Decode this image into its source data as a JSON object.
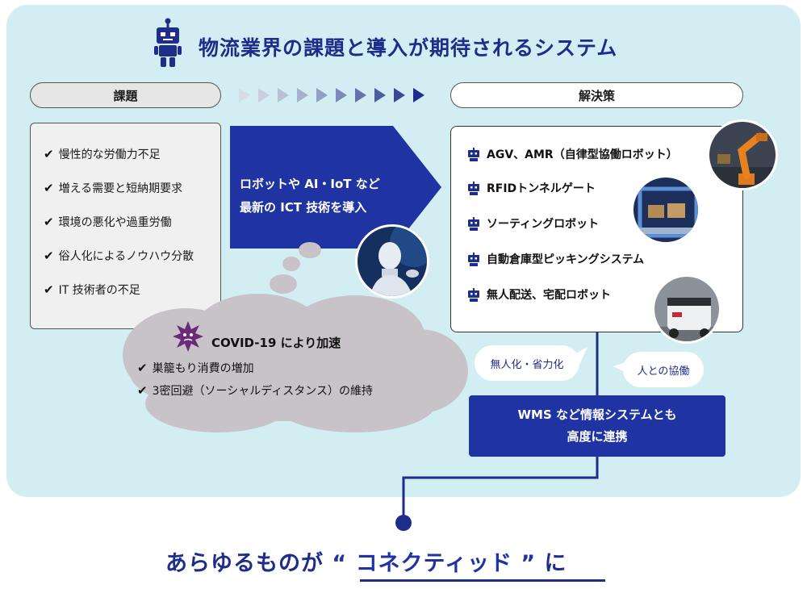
{
  "title": "物流業界の課題と導入が期待されるシステム",
  "headers": {
    "problem": "課題",
    "solution": "解決策"
  },
  "problems": [
    "慢性的な労働力不足",
    "増える需要と短納期要求",
    "環境の悪化や過重労働",
    "俗人化によるノウハウ分散",
    "IT 技術者の不足"
  ],
  "arrow": {
    "line1": "ロボットや AI・IoT など",
    "line2": "最新の ICT 技術を導入"
  },
  "covid": {
    "title": "COVID-19 により加速",
    "items": [
      "巣籠もり消費の増加",
      "3密回避（ソーシャルディスタンス）の維持"
    ]
  },
  "solutions": [
    "AGV、AMR（自律型協働ロボット）",
    "RFIDトンネルゲート",
    "ソーティングロボット",
    "自動倉庫型ピッキングシステム",
    "無人配送、宅配ロボット"
  ],
  "speech": {
    "a": "無人化・省力化",
    "b": "人との協働"
  },
  "wms": {
    "line1": "WMS など情報システムとも",
    "line2": "高度に連携"
  },
  "bottom": {
    "pre": "あらゆるものが",
    "open": "“",
    "word": "コネクティッド",
    "close": "”",
    "post": "に"
  },
  "icons": {
    "check": "✔"
  },
  "colors": {
    "navy": "#1f2d8a",
    "blue": "#1f33a3",
    "panel": "#d3eef3",
    "cloud": "#c7c3c8",
    "virus": "#6b2a7a"
  }
}
